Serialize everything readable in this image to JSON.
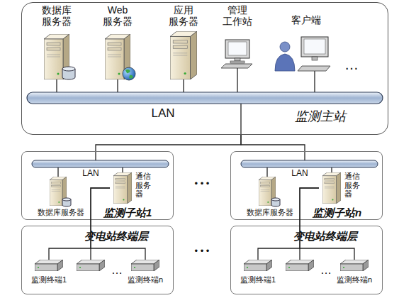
{
  "diagram": {
    "nodes": [
      {
        "text": [
          "监测主站"
        ]
      },
      {
        "text": [
          "数据库 服务器"
        ],
        "in": 0
      },
      {
        "text": [
          "Web 服务器"
        ],
        "in": 0
      },
      {
        "text": [
          "应用 服务器"
        ],
        "in": 0
      },
      {
        "text": [
          "管理 工作站"
        ],
        "in": 0
      },
      {
        "text": [
          "客户端"
        ],
        "in": 0
      },
      {
        "text": [
          "监测子站1"
        ]
      },
      {
        "text": [
          "数据库服务器"
        ],
        "in": 6
      },
      {
        "text": [
          "通信 服务 器"
        ],
        "in": 6
      },
      {
        "text": [
          "监测子站n"
        ]
      },
      {
        "text": [
          "数据库服务器"
        ],
        "in": 9
      },
      {
        "text": [
          "通信 服务 器"
        ],
        "in": 9
      },
      {
        "text": [
          "变电站终端层"
        ]
      },
      {
        "text": [
          "监测终端1"
        ],
        "in": 12
      },
      {
        "text": [
          "监测终端n"
        ],
        "in": 12
      },
      {
        "text": [
          "变电站终端层"
        ]
      },
      {
        "text": [
          "监测终端1"
        ],
        "in": 15
      },
      {
        "text": [
          "监测终端n"
        ],
        "in": 15
      }
    ],
    "edges": [
      {
        "from": 0,
        "to": 6,
        "arrow": "none"
      },
      {
        "from": 0,
        "to": 9,
        "arrow": "none"
      },
      {
        "from": 8,
        "to": 13,
        "arrow": "none"
      },
      {
        "from": 8,
        "to": 14,
        "arrow": "none"
      },
      {
        "from": 11,
        "to": 16,
        "arrow": "none"
      },
      {
        "from": 11,
        "to": 17,
        "arrow": "none"
      }
    ],
    "labels": [
      "LAN",
      "…",
      "LAN",
      "LAN",
      "• • •",
      "• • •",
      "…",
      "…"
    ]
  }
}
